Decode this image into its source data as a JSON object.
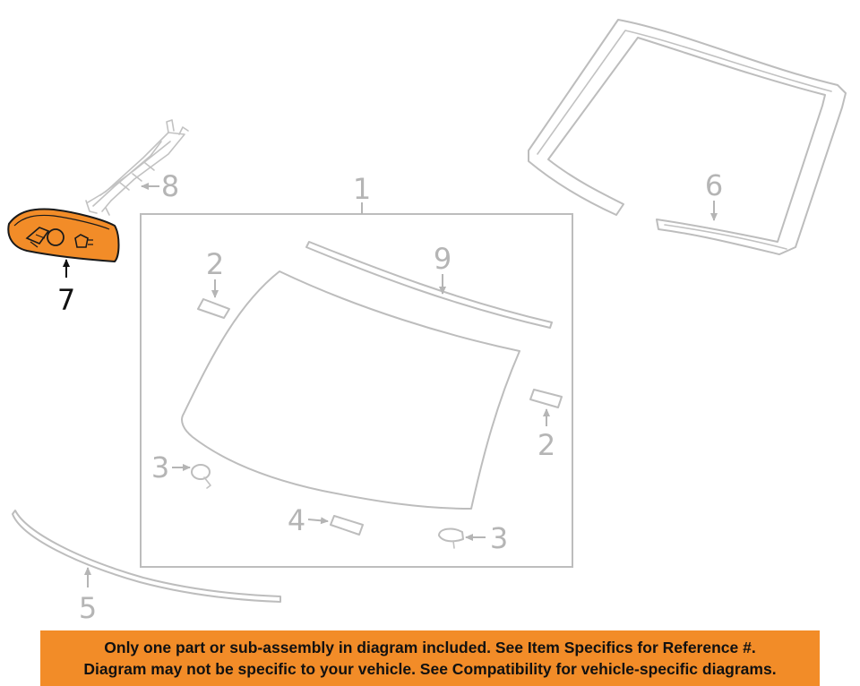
{
  "callouts": {
    "c1": "1",
    "c2a": "2",
    "c2b": "2",
    "c3a": "3",
    "c3b": "3",
    "c4": "4",
    "c5": "5",
    "c6": "6",
    "c7": "7",
    "c8": "8",
    "c9": "9"
  },
  "notice": {
    "line1": "Only one part or sub-assembly in diagram included. See Item Specifics for Reference #.",
    "line2": "Diagram may not be specific to your vehicle. See Compatibility for vehicle-specific diagrams."
  },
  "colors": {
    "highlight": "#f28c28",
    "line_gray": "#bdbdbd",
    "text_dark": "#111111"
  }
}
